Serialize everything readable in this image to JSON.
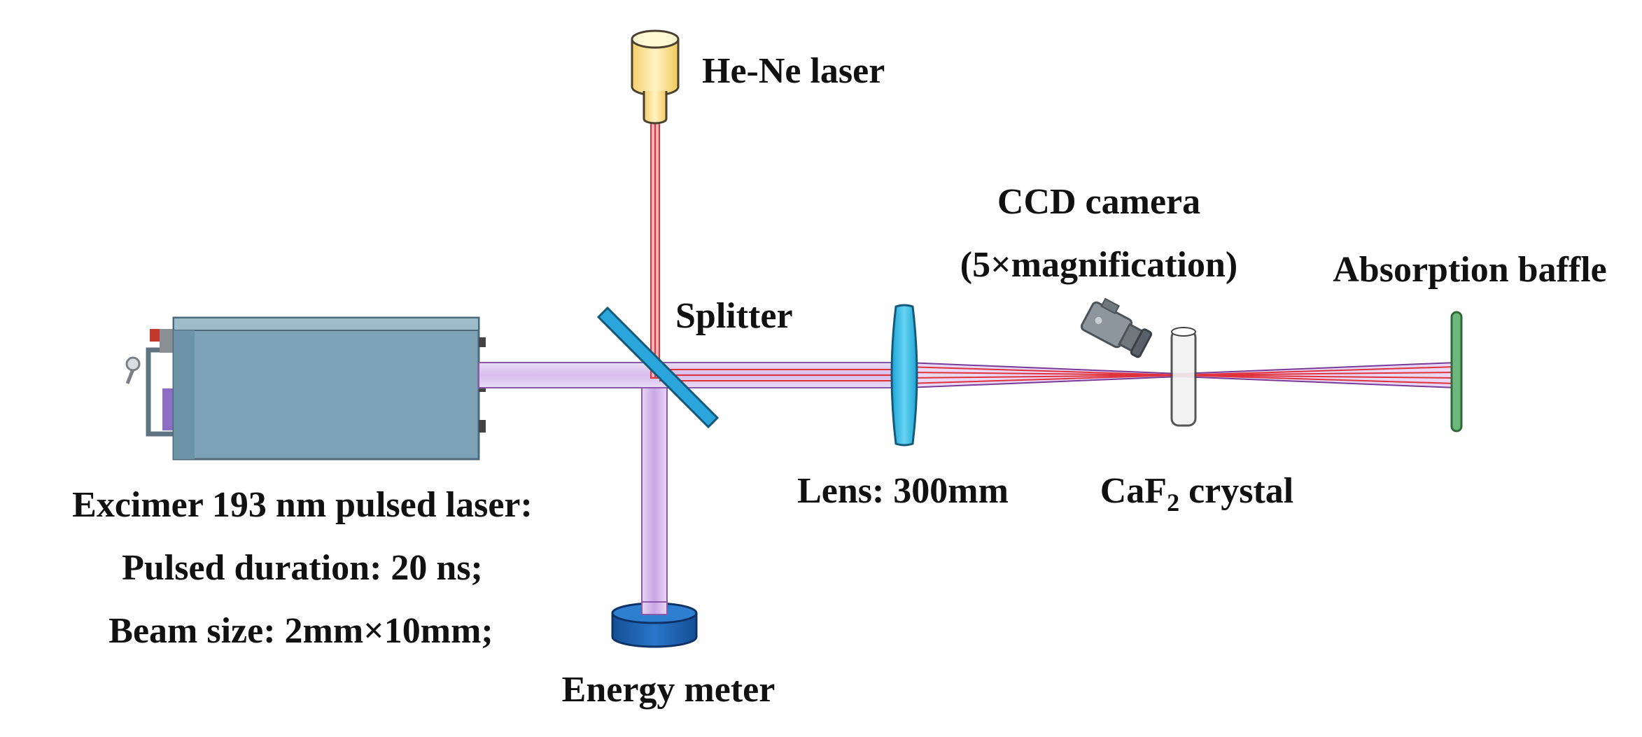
{
  "labels": {
    "hene": "He-Ne laser",
    "splitter": "Splitter",
    "ccd_line1": "CCD camera",
    "ccd_line2": "(5×magnification)",
    "baffle": "Absorption baffle",
    "lens": "Lens: 300mm",
    "crystal_prefix": "CaF",
    "crystal_sub": "2",
    "crystal_suffix": " crystal",
    "excimer_line1": "Excimer 193 nm pulsed laser:",
    "excimer_line2": "Pulsed duration: 20 ns;",
    "excimer_line3": "Beam size: 2mm×10mm;",
    "energy_meter": "Energy meter"
  },
  "colors": {
    "laser_body": "#7ea3b7",
    "laser_body_dark": "#5f8396",
    "uv_beam": "#e0c8f0",
    "uv_beam_edge": "#8a5aa8",
    "red_beam": "#e0323c",
    "splitter": "#2aa6dc",
    "lens": "#3fc3ea",
    "crystal": "#eeeeee",
    "baffle": "#6db87a",
    "meter": "#1a5fb0",
    "hene_body": "#f7dc86",
    "camera": "#8c969c"
  },
  "icons": {
    "source": "excimer-laser-box-icon",
    "probe": "hene-laser-icon",
    "detector": "ccd-camera-icon"
  }
}
